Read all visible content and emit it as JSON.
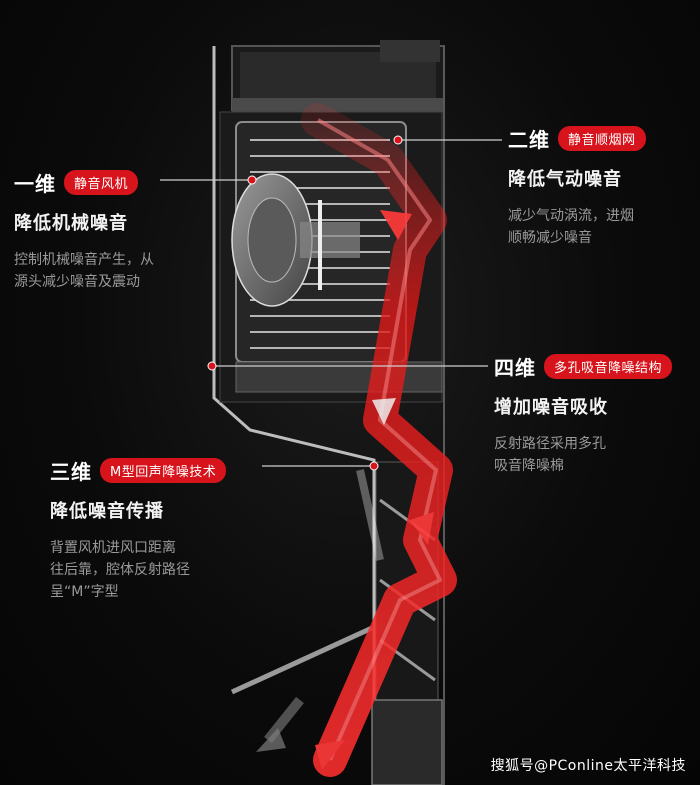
{
  "callouts": [
    {
      "id": "c1",
      "dimension": "一维",
      "badge": "静音风机",
      "title": "降低机械噪音",
      "desc": [
        "控制机械噪音产生，从",
        "源头减少噪音及震动"
      ]
    },
    {
      "id": "c2",
      "dimension": "二维",
      "badge": "静音顺烟网",
      "title": "降低气动噪音",
      "desc": [
        "减少气动涡流，进烟",
        "顺畅减少噪音"
      ]
    },
    {
      "id": "c3",
      "dimension": "三维",
      "badge": "M型回声降噪技术",
      "title": "降低噪音传播",
      "desc": [
        "背置风机进风口距离",
        "往后靠，腔体反射路径",
        "呈“M”字型"
      ]
    },
    {
      "id": "c4",
      "dimension": "四维",
      "badge": "多孔吸音降噪结构",
      "title": "增加噪音吸收",
      "desc": [
        "反射路径采用多孔",
        "吸音降噪棉"
      ]
    }
  ],
  "watermark": "搜狐号@PConline太平洋科技",
  "colors": {
    "accent": "#d7141c",
    "background": "#070707",
    "text": "#ffffff",
    "muted": "#9a9a9a"
  }
}
